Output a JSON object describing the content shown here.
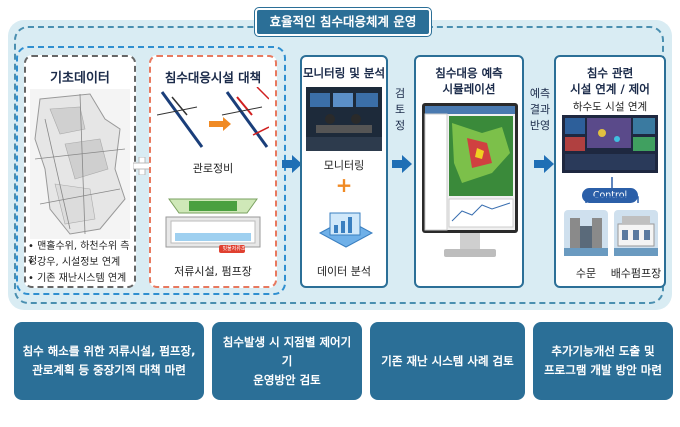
{
  "title": "효율적인 침수대응체계 운영",
  "basic_data": {
    "heading": "기초데이터",
    "bullets": [
      "• 맨홀수위, 하천수위 측정",
      "• 강우, 시설정보 연계",
      "• 기존 재난시스템 연계"
    ]
  },
  "countermeasure": {
    "heading": "침수대응시설 대책",
    "pipe_label": "관로정비",
    "storage_label": "저류시설, 펌프장",
    "sign_text": "빗물저류조"
  },
  "monitoring": {
    "heading": "모니터링 및 분석",
    "monitoring_label": "모니터링",
    "plus": "+",
    "analysis_label": "데이터 분석"
  },
  "verify_text": [
    "검",
    "토",
    "정"
  ],
  "simulation": {
    "heading_line1": "침수대응 예측",
    "heading_line2": "시뮬레이션"
  },
  "predict_text": [
    "예측",
    "결과",
    "반영"
  ],
  "control": {
    "heading_line1": "침수 관련",
    "heading_line2": "시설 연계 / 제어",
    "sub": "하수도 시설 연계",
    "control_badge": "Control",
    "gate_label": "수문",
    "pump_label": "배수펌프장"
  },
  "bottom_boxes": [
    {
      "line1": "침수 해소를 위한 저류시설, 펌프장,",
      "line2": "관로계획 등 중장기적 대책 마련"
    },
    {
      "line1": "침수발생 시 지점별 제어기기",
      "line2": "운영방안 검토"
    },
    {
      "line1": "기존 재난 시스템 사례 검토",
      "line2": ""
    },
    {
      "line1": "추가기능개선 도출 및",
      "line2": "프로그램 개발 방안 마련"
    }
  ],
  "colors": {
    "accent": "#2b6f97",
    "panel_bg": "#d9ecf3",
    "dash_blue": "#2f8fd0",
    "dash_red": "#e8795f"
  }
}
